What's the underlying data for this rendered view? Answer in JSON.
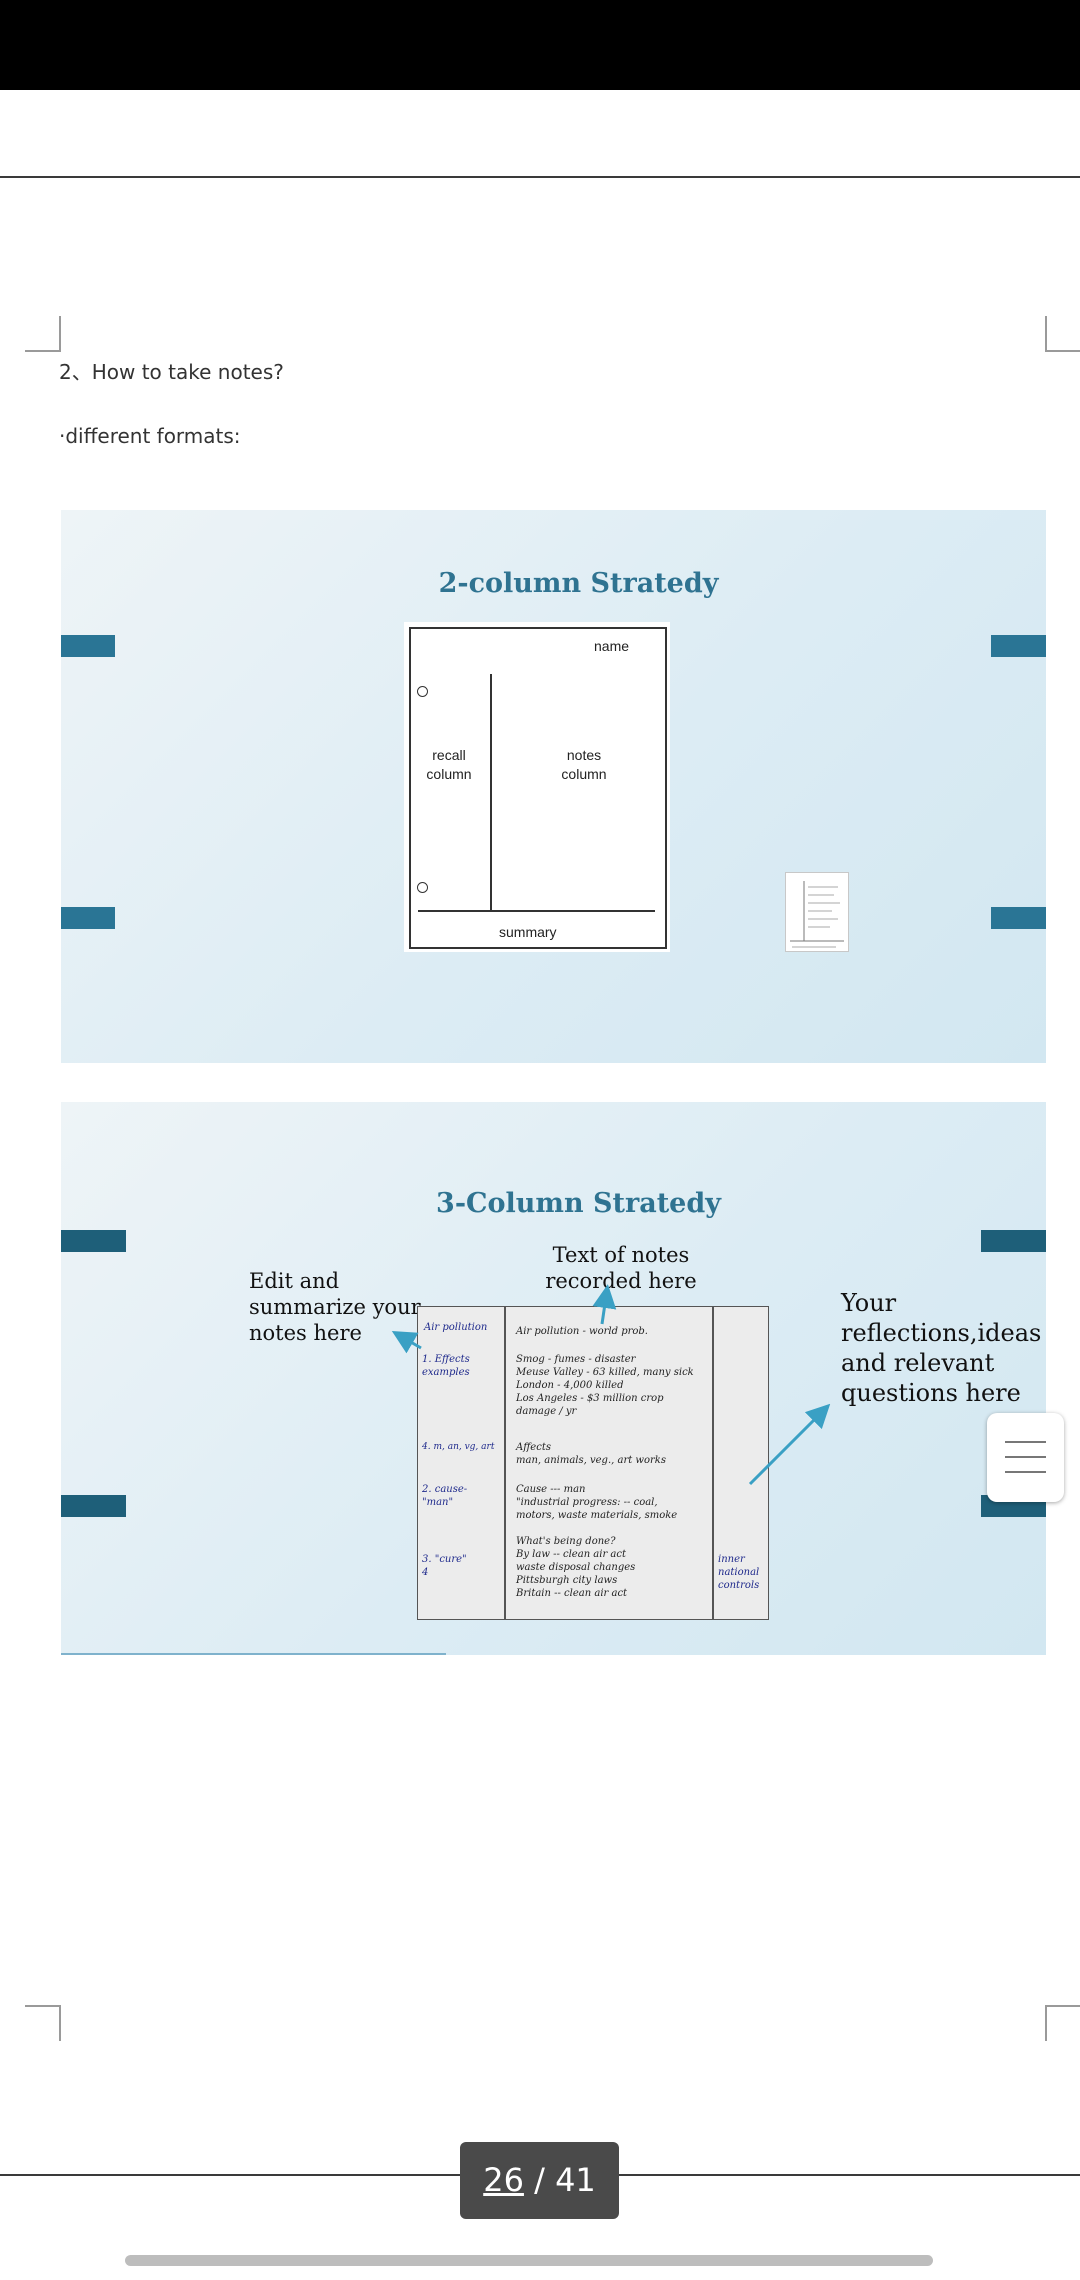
{
  "document": {
    "heading": "2、How to take notes?",
    "subheading": "·different formats:"
  },
  "slide1": {
    "title": "2-column Stratedy",
    "labels": {
      "name": "name",
      "recall_line1": "recall",
      "recall_line2": "column",
      "notes_line1": "notes",
      "notes_line2": "column",
      "summary": "summary"
    }
  },
  "slide2": {
    "title": "3-Column Stratedy",
    "callouts": {
      "left": "Edit and\nsummarize your\nnotes here",
      "top": "Text of notes\nrecorded here",
      "right": "Your\nreflections,ideas\nand relevant\nquestions here"
    },
    "notes_table": {
      "left_cells": [
        "Air pollution",
        "1. Effects\n    examples",
        "4. m, an, vg, art",
        "2. cause-\n   \"man\"",
        "3. \"cure\"\n        4"
      ],
      "middle_cells": [
        "Air pollution - world prob.",
        "Smog - fumes - disaster\nMeuse Valley - 63 killed, many sick\nLondon - 4,000 killed\nLos Angeles - $3 million crop\n                        damage / yr",
        "Affects\n  man, animals, veg., art works",
        "Cause --- man\n\"industrial progress: -- coal,\nmotors, waste materials, smoke",
        "What's being done?\nBy law -- clean air act\nwaste disposal changes\nPittsburgh   city laws\nBritain -- clean air act"
      ],
      "right_cell": "inner\nnational\ncontrols"
    }
  },
  "page_indicator": {
    "current": "26",
    "separator": " / ",
    "total": "41"
  },
  "icons": {
    "floating_menu": "hamburger-menu-icon"
  },
  "colors": {
    "slide_accent": "#2a7595",
    "slide_title": "#2f7391",
    "arrow": "#3aa0c4",
    "badge_bg": "#4a4a4a"
  }
}
